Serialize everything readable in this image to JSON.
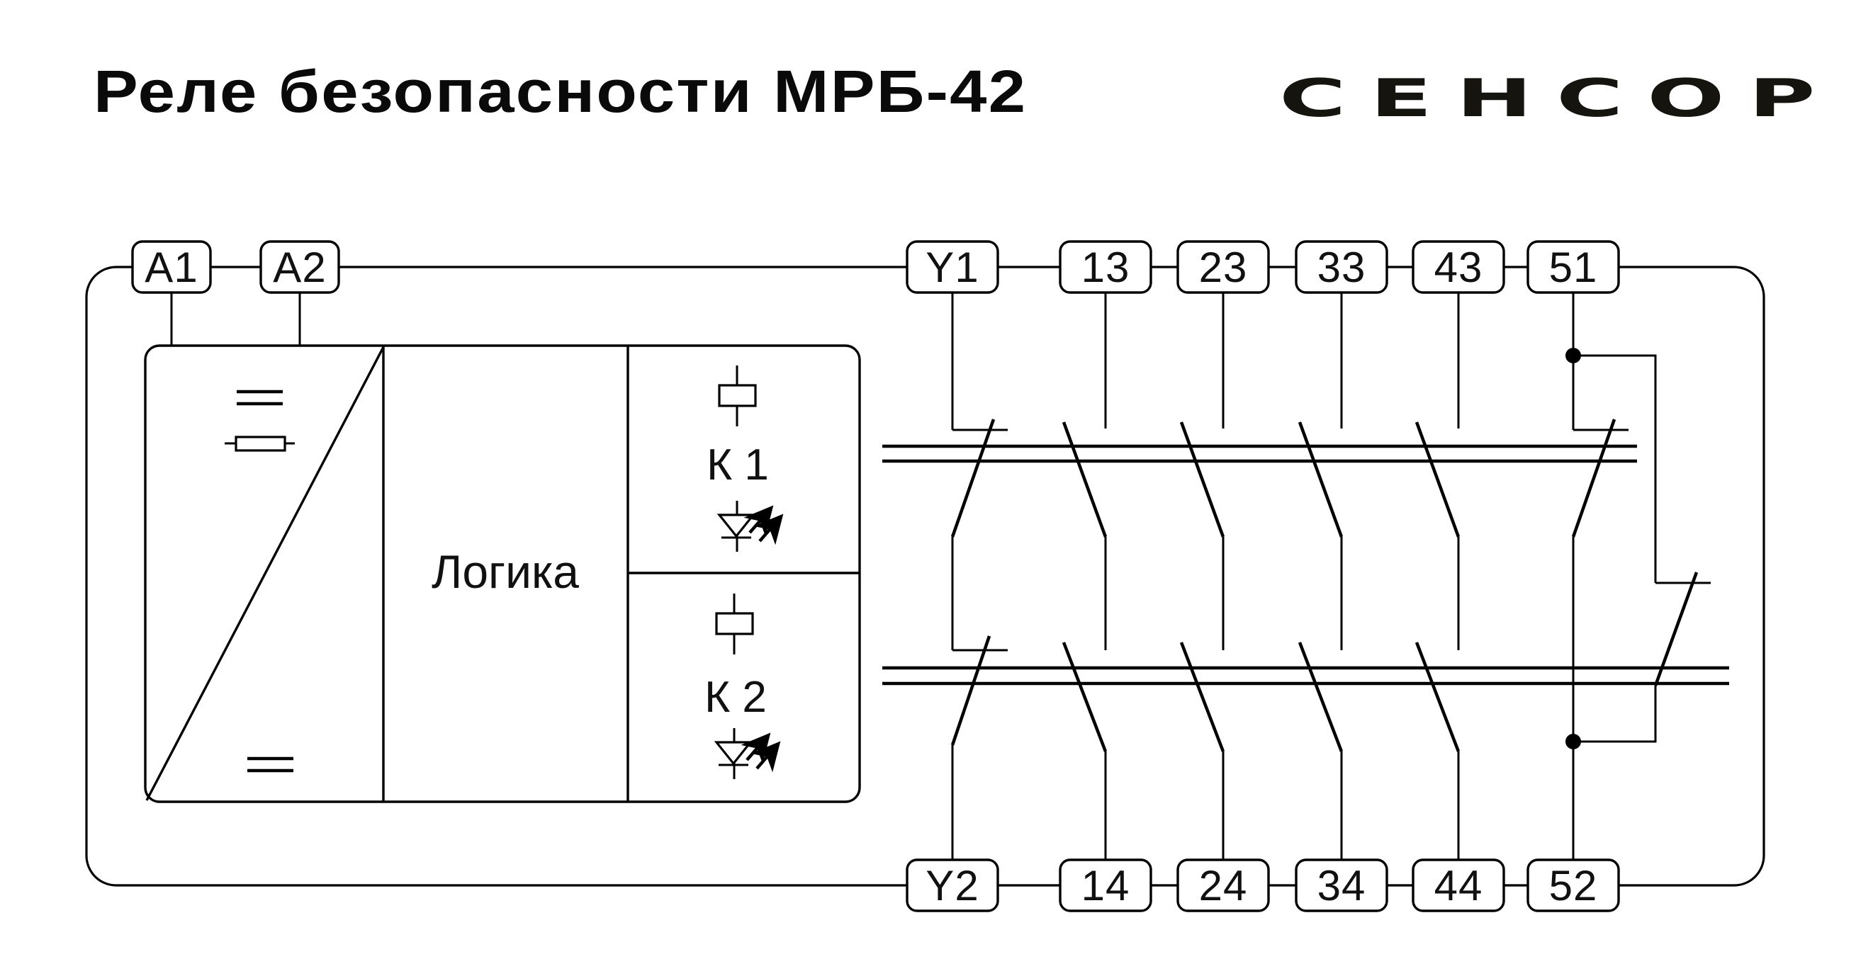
{
  "header": {
    "title": "Реле безопасности МРБ-42",
    "brand_logo": "СЕНСОР"
  },
  "module": {
    "logic_label": "Логика",
    "relay_k1_label": "К 1",
    "relay_k2_label": "К 2"
  },
  "terminals": {
    "power": [
      {
        "label": "A1"
      },
      {
        "label": "A2"
      }
    ],
    "top": [
      {
        "label": "Y1"
      },
      {
        "label": "13"
      },
      {
        "label": "23"
      },
      {
        "label": "33"
      },
      {
        "label": "43"
      },
      {
        "label": "51"
      }
    ],
    "bottom": [
      {
        "label": "Y2"
      },
      {
        "label": "14"
      },
      {
        "label": "24"
      },
      {
        "label": "34"
      },
      {
        "label": "44"
      },
      {
        "label": "52"
      }
    ]
  },
  "colors": {
    "line": "#000000",
    "text": "#111111",
    "background": "#ffffff"
  }
}
